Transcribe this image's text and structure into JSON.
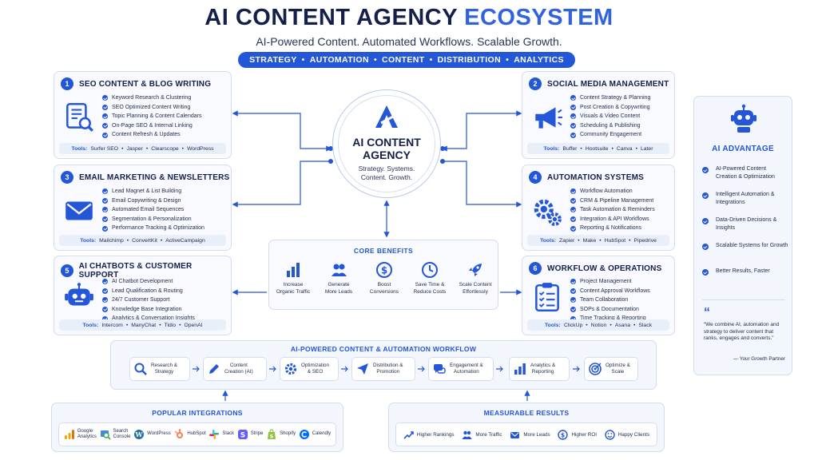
{
  "header": {
    "title_main": "AI CONTENT AGENCY",
    "title_accent": "ECOSYSTEM",
    "subtitle": "AI-Powered Content. Automated Workflows. Scalable Growth.",
    "pillars": [
      "STRATEGY",
      "AUTOMATION",
      "CONTENT",
      "DISTRIBUTION",
      "ANALYTICS"
    ],
    "separator": "•"
  },
  "center": {
    "title_line1": "AI CONTENT",
    "title_line2": "AGENCY",
    "sub_line1": "Strategy. Systems.",
    "sub_line2": "Content. Growth."
  },
  "tools_label": "Tools:",
  "cards": [
    {
      "num": "1",
      "title": "SEO CONTENT & BLOG WRITING",
      "icon": "seo-document-search-icon",
      "items": [
        "Keyword Research & Clustering",
        "SEO Optimized Content Writing",
        "Topic Planning & Content Calendars",
        "On-Page SEO & Internal Linking",
        "Content Refresh & Updates"
      ],
      "tools": [
        "Surfer SEO",
        "Jasper",
        "Clearscope",
        "WordPress"
      ]
    },
    {
      "num": "2",
      "title": "SOCIAL MEDIA MANAGEMENT",
      "icon": "megaphone-icon",
      "items": [
        "Content Strategy & Planning",
        "Post Creation & Copywriting",
        "Visuals & Video Content",
        "Scheduling & Publishing",
        "Community Engagement"
      ],
      "tools": [
        "Buffer",
        "Hootsuite",
        "Canva",
        "Later"
      ]
    },
    {
      "num": "3",
      "title": "EMAIL MARKETING & NEWSLETTERS",
      "icon": "envelope-icon",
      "items": [
        "Lead Magnet & List Building",
        "Email Copywriting & Design",
        "Automated Email Sequences",
        "Segmentation & Personalization",
        "Performance Tracking & Optimization"
      ],
      "tools": [
        "Mailchimp",
        "ConvertKit",
        "ActiveCampaign"
      ]
    },
    {
      "num": "4",
      "title": "AUTOMATION SYSTEMS",
      "icon": "gears-icon",
      "items": [
        "Workflow Automation",
        "CRM & Pipeline Management",
        "Task Automation & Reminders",
        "Integration & API Workflows",
        "Reporting & Notifications"
      ],
      "tools": [
        "Zapier",
        "Make",
        "HubSpot",
        "Pipedrive"
      ]
    },
    {
      "num": "5",
      "title": "AI CHATBOTS & CUSTOMER SUPPORT",
      "icon": "chatbot-robot-icon",
      "items": [
        "AI Chatbot Development",
        "Lead Qualification & Routing",
        "24/7 Customer Support",
        "Knowledge Base Integration",
        "Analytics & Conversation Insights"
      ],
      "tools": [
        "Intercom",
        "ManyChat",
        "Tidio",
        "OpenAI"
      ]
    },
    {
      "num": "6",
      "title": "WORKFLOW & OPERATIONS",
      "icon": "checklist-icon",
      "items": [
        "Project Management",
        "Content Approval Workflows",
        "Team Collaboration",
        "SOPs & Documentation",
        "Time Tracking & Reporting"
      ],
      "tools": [
        "ClickUp",
        "Notion",
        "Asana",
        "Slack"
      ]
    }
  ],
  "benefits": {
    "title": "CORE BENEFITS",
    "items": [
      {
        "line1": "Increase",
        "line2": "Organic Traffic",
        "icon": "bar-chart-icon"
      },
      {
        "line1": "Generate",
        "line2": "More Leads",
        "icon": "users-icon"
      },
      {
        "line1": "Boost",
        "line2": "Conversions",
        "icon": "dollar-icon"
      },
      {
        "line1": "Save Time &",
        "line2": "Reduce Costs",
        "icon": "clock-icon"
      },
      {
        "line1": "Scale Content",
        "line2": "Effortlessly",
        "icon": "rocket-icon"
      }
    ]
  },
  "advantage": {
    "title": "AI ADVANTAGE",
    "items": [
      "AI-Powered Content Creation & Optimization",
      "Intelligent Automation & Integrations",
      "Data-Driven Decisions & Insights",
      "Scalable Systems for Growth",
      "Better Results, Faster"
    ],
    "quote_mark": "“",
    "quote": "“We combine AI, automation and strategy to deliver content that ranks, engages and converts.”",
    "author": "— Your Growth Partner"
  },
  "workflow": {
    "title": "AI-POWERED CONTENT & AUTOMATION WORKFLOW",
    "steps": [
      {
        "line1": "Research &",
        "line2": "Strategy",
        "icon": "search-icon"
      },
      {
        "line1": "Content",
        "line2": "Creation (AI)",
        "icon": "pencil-icon"
      },
      {
        "line1": "Optimization",
        "line2": "& SEO",
        "icon": "gear-icon"
      },
      {
        "line1": "Distribution &",
        "line2": "Promotion",
        "icon": "paper-plane-icon"
      },
      {
        "line1": "Engagement &",
        "line2": "Automation",
        "icon": "chat-icon"
      },
      {
        "line1": "Analytics &",
        "line2": "Reporting",
        "icon": "bar-chart-icon"
      },
      {
        "line1": "Optimize &",
        "line2": "Scale",
        "icon": "target-icon"
      }
    ]
  },
  "integrations": {
    "title": "POPULAR INTEGRATIONS",
    "items": [
      {
        "line1": "Google",
        "line2": "Analytics",
        "icon": "google-analytics-icon"
      },
      {
        "line1": "Search",
        "line2": "Console",
        "icon": "search-console-icon"
      },
      {
        "line1": "WordPress",
        "line2": "",
        "icon": "wordpress-icon"
      },
      {
        "line1": "HubSpot",
        "line2": "",
        "icon": "hubspot-icon"
      },
      {
        "line1": "Slack",
        "line2": "",
        "icon": "slack-icon"
      },
      {
        "line1": "Stripe",
        "line2": "",
        "icon": "stripe-icon"
      },
      {
        "line1": "Shopify",
        "line2": "",
        "icon": "shopify-icon"
      },
      {
        "line1": "Calendly",
        "line2": "",
        "icon": "calendly-icon"
      }
    ]
  },
  "results": {
    "title": "MEASURABLE RESULTS",
    "items": [
      {
        "label": "Higher Rankings",
        "icon": "trend-up-icon"
      },
      {
        "label": "More Traffic",
        "icon": "users-icon"
      },
      {
        "label": "More Leads",
        "icon": "mail-icon"
      },
      {
        "label": "Higher ROI",
        "icon": "dollar-icon"
      },
      {
        "label": "Happy Clients",
        "icon": "smile-icon"
      }
    ]
  },
  "colors": {
    "primary": "#2456d8",
    "dark": "#15204a",
    "accent": "#2f63e0",
    "panel": "#f8faff",
    "border": "#d3ddef"
  }
}
